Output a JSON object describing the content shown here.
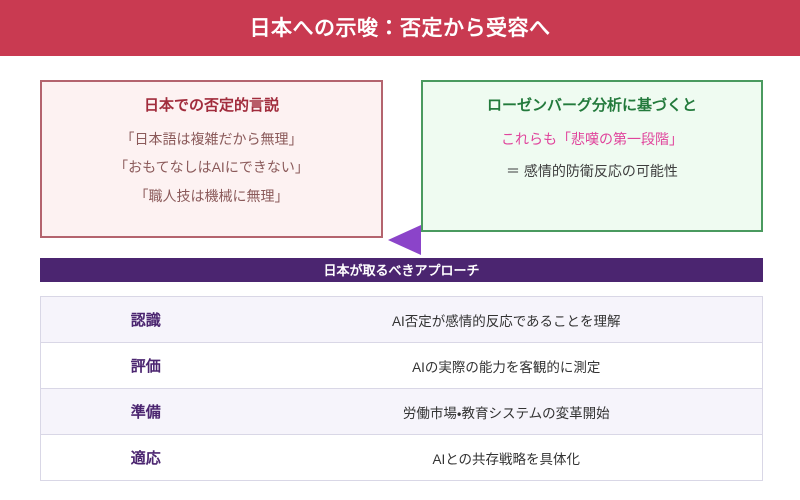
{
  "header": {
    "title": "日本への示唆：否定から受容へ"
  },
  "comparison": {
    "negative_box": {
      "title": "日本での否定的言説",
      "lines": [
        "「日本語は複雑だから無理」",
        "「おもてなしはAIにできない」",
        "「職人技は機械に無理」"
      ],
      "border_color": "#b4646e",
      "background_color": "#fdf2f2",
      "title_color": "#a12c3c"
    },
    "arrow": {
      "direction": "left",
      "color": "#8b44c9"
    },
    "analysis_box": {
      "title": "ローゼンバーグ分析に基づくと",
      "highlight_line": "これらも「悲嘆の第一段階」",
      "conclusion_line": "＝ 感情的防衛反応の可能性",
      "border_color": "#4a9a5f",
      "background_color": "#effbf1",
      "title_color": "#237a3c",
      "highlight_color": "#e0449c"
    }
  },
  "approach": {
    "band_label": "日本が取るべきアプローチ",
    "band_color": "#4b2570",
    "rows": [
      {
        "step": "認識",
        "detail": "AI否定が感情的反応であることを理解"
      },
      {
        "step": "評価",
        "detail": "AIの実際の能力を客観的に測定"
      },
      {
        "step": "準備",
        "detail": "労働市場・教育システムの変革開始"
      },
      {
        "step": "適応",
        "detail": "AIとの共存戦略を具体化"
      }
    ]
  },
  "theme": {
    "header_color": "#c93a51",
    "accent_purple": "#4b2570",
    "row_alt_color": "#f6f4fb"
  }
}
